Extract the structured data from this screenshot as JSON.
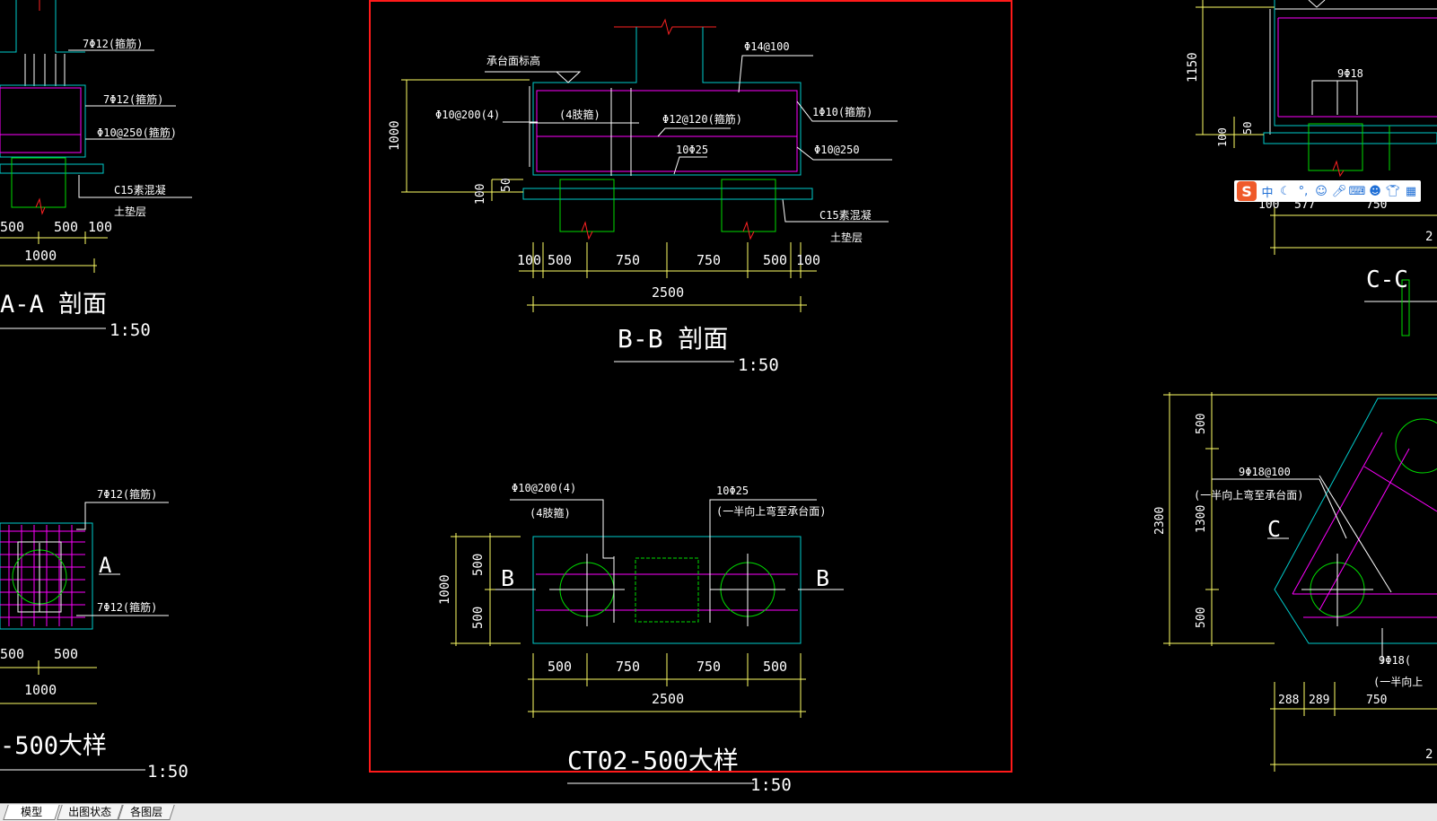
{
  "window": {
    "background": "#000000"
  },
  "colors": {
    "cyan": "#00cccc",
    "white": "#ffffff",
    "yellow": "#ffff66",
    "magenta": "#ff00ff",
    "green": "#00dd00",
    "red": "#ff2222",
    "highlight_frame": "#ff1a1a"
  },
  "tabs": [
    {
      "label": "模型",
      "active": true
    },
    {
      "label": "出图状态",
      "active": false
    },
    {
      "label": "各图层",
      "active": false
    }
  ],
  "ime_toolbar": {
    "logo": "S",
    "mode": "中",
    "items": [
      "moon-icon",
      "punctuation-icon",
      "emoji-icon",
      "microphone-icon",
      "keyboard-icon",
      "user-icon",
      "skin-icon",
      "grid-icon"
    ]
  },
  "left_drawing": {
    "labels": {
      "rebar1": "7Φ12(箍筋)",
      "rebar2": "7Φ12(箍筋)",
      "rebar3": "Φ10@250(箍筋)",
      "concrete": "C15素混凝",
      "soil": "土垫层",
      "dim_500a": "500",
      "dim_500b": "500",
      "dim_100": "100",
      "dim_1000": "1000",
      "section_title": "A-A 剖面",
      "scale": "1:50",
      "plan_rebar1": "7Φ12(箍筋)",
      "plan_rebar2": "7Φ12(箍筋)",
      "marker_a": "A",
      "plan_dim_500a": "500",
      "plan_dim_500b": "500",
      "plan_dim_1000": "1000",
      "plan_title": "-500大样",
      "plan_scale": "1:50"
    }
  },
  "center_drawing": {
    "labels": {
      "cap_elev": "承台面标高",
      "phi14": "Φ14@100",
      "phi10_200": "Φ10@200(4)",
      "four_legs": "(4肢箍)",
      "phi12_120": "Φ12@120(箍筋)",
      "one_phi10": "1Φ10(箍筋)",
      "ten_phi25": "10Φ25",
      "phi10_250": "Φ10@250",
      "c15": "C15素混凝",
      "soil": "土垫层",
      "dim_1000": "1000",
      "dim_100": "100",
      "dim_50": "50",
      "dims": [
        "100",
        "500",
        "750",
        "750",
        "500",
        "100"
      ],
      "dim_total": "2500",
      "section_title": "B-B 剖面",
      "scale": "1:50",
      "plan_phi10_200": "Φ10@200(4)",
      "plan_four_legs": "(4肢箍)",
      "plan_ten_phi25": "10Φ25",
      "plan_half_note": "(一半向上弯至承台面)",
      "marker_b_left": "B",
      "marker_b_right": "B",
      "plan_dim_1000": "1000",
      "plan_dim_500a": "500",
      "plan_dim_500b": "500",
      "plan_dims": [
        "500",
        "750",
        "750",
        "500"
      ],
      "plan_total": "2500",
      "plan_title": "CT02-500大样",
      "plan_scale": "1:50"
    }
  },
  "right_drawing": {
    "labels": {
      "dim_1150": "1150",
      "nine_phi18": "9Φ18",
      "dim_100v": "100",
      "dim_50v": "50",
      "dim_100": "100",
      "dim_577": "577",
      "dim_750": "750",
      "dim_2": "2",
      "section_title": "C-C",
      "dim_500top": "500",
      "dim_2300": "2300",
      "dim_1300": "1300",
      "phi18_100": "9Φ18@100",
      "half_note": "(一半向上弯至承台面)",
      "marker_c": "C",
      "dim_500bot": "500",
      "nine_phi18_b": "9Φ18(",
      "half_note_b": "(一半向上",
      "dim_288": "288",
      "dim_289": "289",
      "dim_750b": "750",
      "dim_2b": "2"
    }
  }
}
